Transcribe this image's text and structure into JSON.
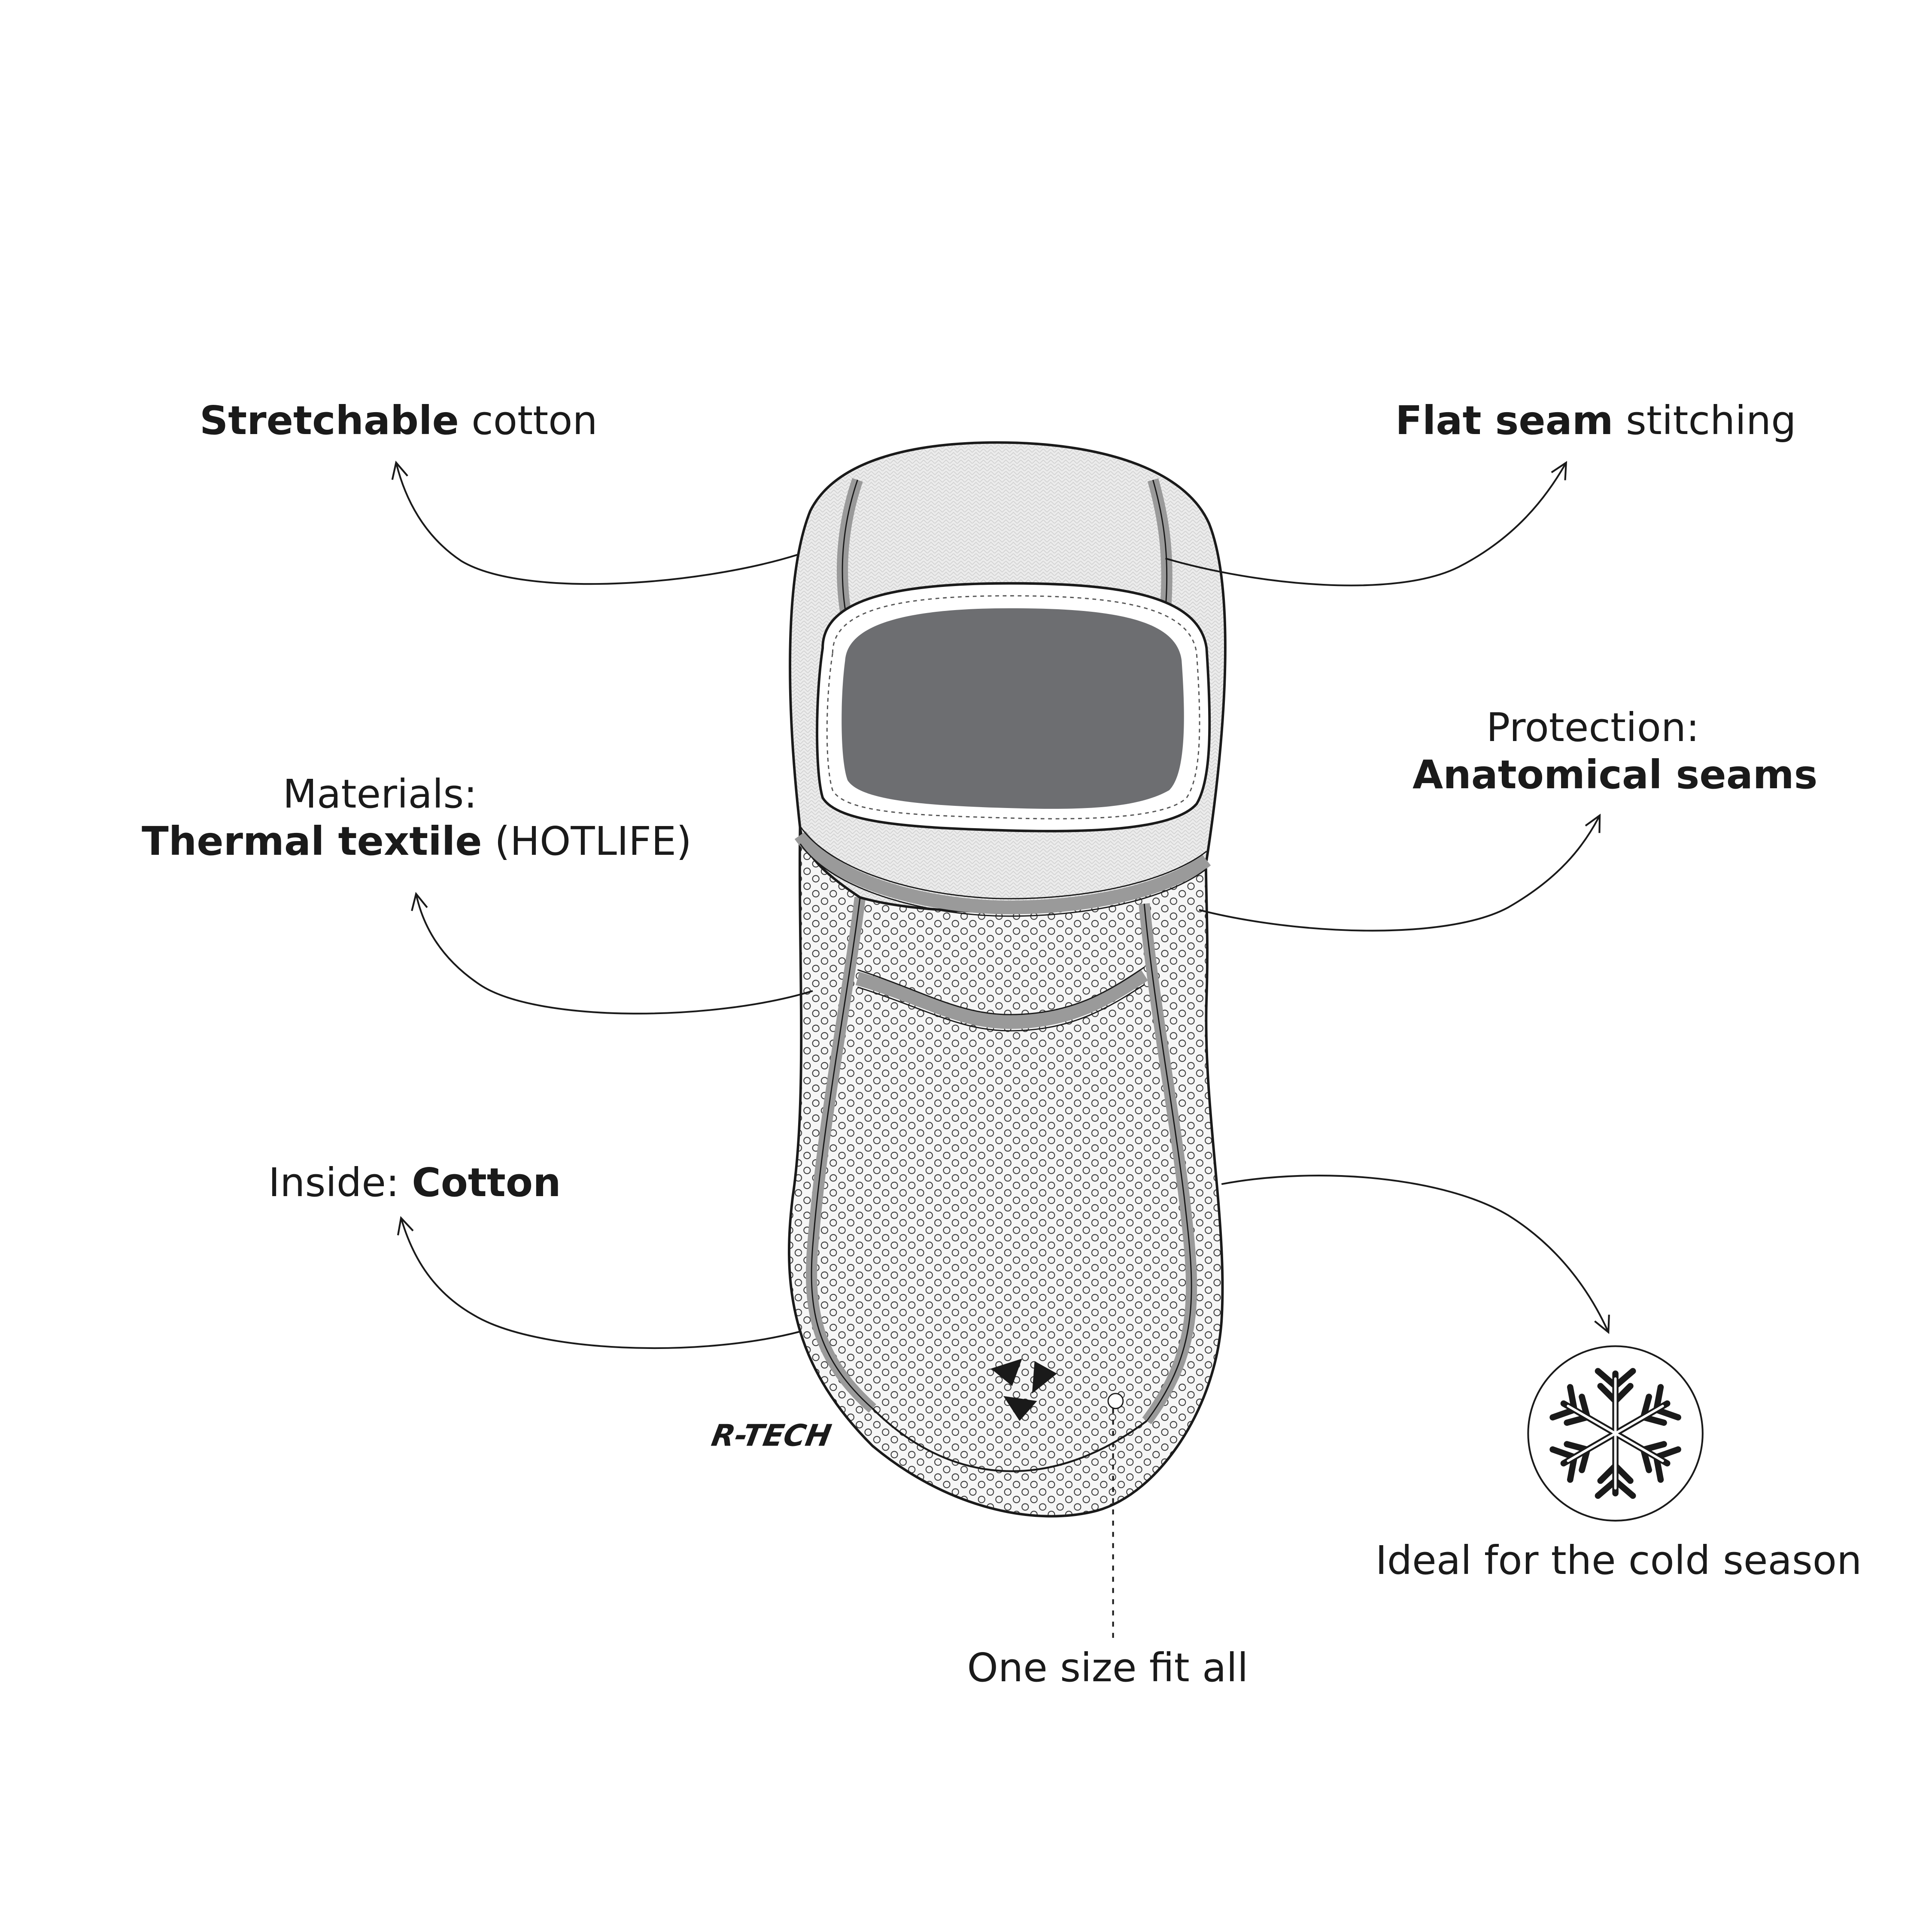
{
  "labels": {
    "stretchable": {
      "bold": "Stretchable",
      "rest": " cotton"
    },
    "flat_seam": {
      "bold": "Flat seam",
      "rest": " stitching"
    },
    "materials": {
      "line1": "Materials:",
      "bold": "Thermal textile",
      "rest": " (HOTLIFE)"
    },
    "protection": {
      "line1": "Protection:",
      "bold": "Anatomical seams"
    },
    "inside": {
      "prefix": "Inside: ",
      "bold": "Cotton"
    },
    "cold_season": "Ideal for the cold season",
    "one_size": "One size fit all"
  },
  "logo": {
    "brand": "R-TECH"
  },
  "icons": {
    "snowflake": "snowflake-icon"
  },
  "colors": {
    "line": "#1a1a1a",
    "seam": "#9a9a9a",
    "visor": "#6d6e71",
    "fabric": "#ececec",
    "mesh_bg": "#f4f4f4"
  }
}
